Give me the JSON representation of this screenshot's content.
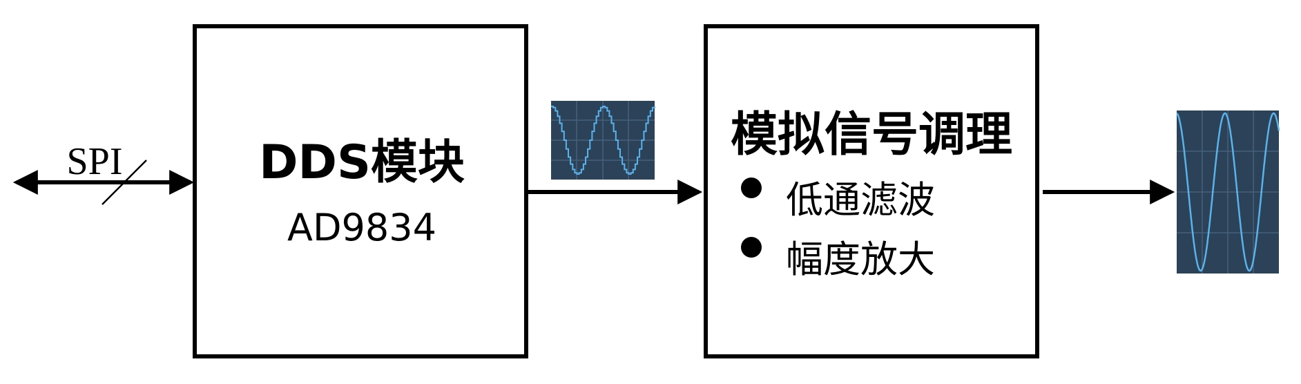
{
  "spi": {
    "label": "SPI"
  },
  "dds": {
    "title": "DDS模块",
    "subtitle": "AD9834"
  },
  "conditioning": {
    "title": "模拟信号调理",
    "items": [
      "低通滤波",
      "幅度放大"
    ]
  },
  "colors": {
    "stroke": "#000000",
    "wave_bg": "#2b4258",
    "wave_grid": "#46617b",
    "wave_line": "#5ab3ea"
  }
}
